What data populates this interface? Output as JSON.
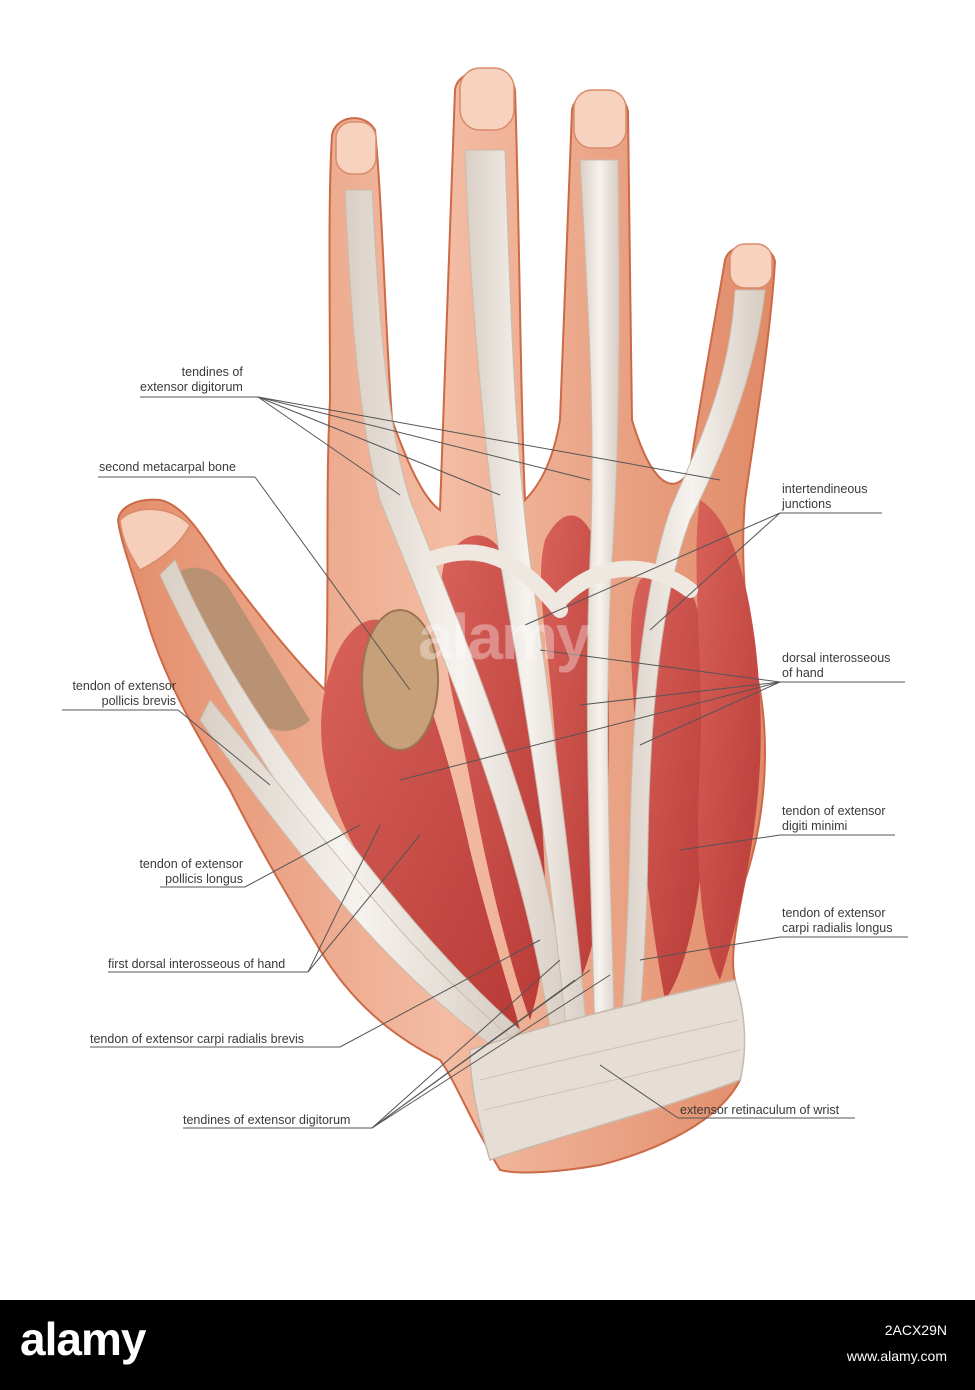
{
  "labels": {
    "tendines_upper": [
      "tendines of",
      "extensor digitorum"
    ],
    "second_metacarpal": [
      "second metacarpal bone"
    ],
    "intertendineous": [
      "intertendineous",
      "junctions"
    ],
    "dorsal_interosseous": [
      "dorsal interosseous",
      "of hand"
    ],
    "epb": [
      "tendon of extensor",
      "pollicis brevis"
    ],
    "edm": [
      "tendon of extensor",
      "digiti minimi"
    ],
    "epl": [
      "tendon of extensor",
      "pollicis longus"
    ],
    "ecrl": [
      "tendon of extensor",
      "carpi radialis longus"
    ],
    "first_dorsal": [
      "first dorsal interosseous of hand"
    ],
    "ecrb": [
      "tendon of extensor carpi radialis brevis"
    ],
    "tendines_lower": [
      "tendines of extensor digitorum"
    ],
    "retinaculum": [
      "extensor retinaculum of wrist"
    ]
  },
  "footer": {
    "brand": "alamy",
    "image_id": "2ACX29N",
    "url": "www.alamy.com"
  },
  "watermark": "alamy",
  "colors": {
    "skin": "#f2b79a",
    "skin_edge": "#d9744f",
    "muscle": "#c9453f",
    "tendon": "#ece6df",
    "bone": "#c8a27a",
    "nail": "#f7d2bf",
    "leader": "#555555"
  }
}
